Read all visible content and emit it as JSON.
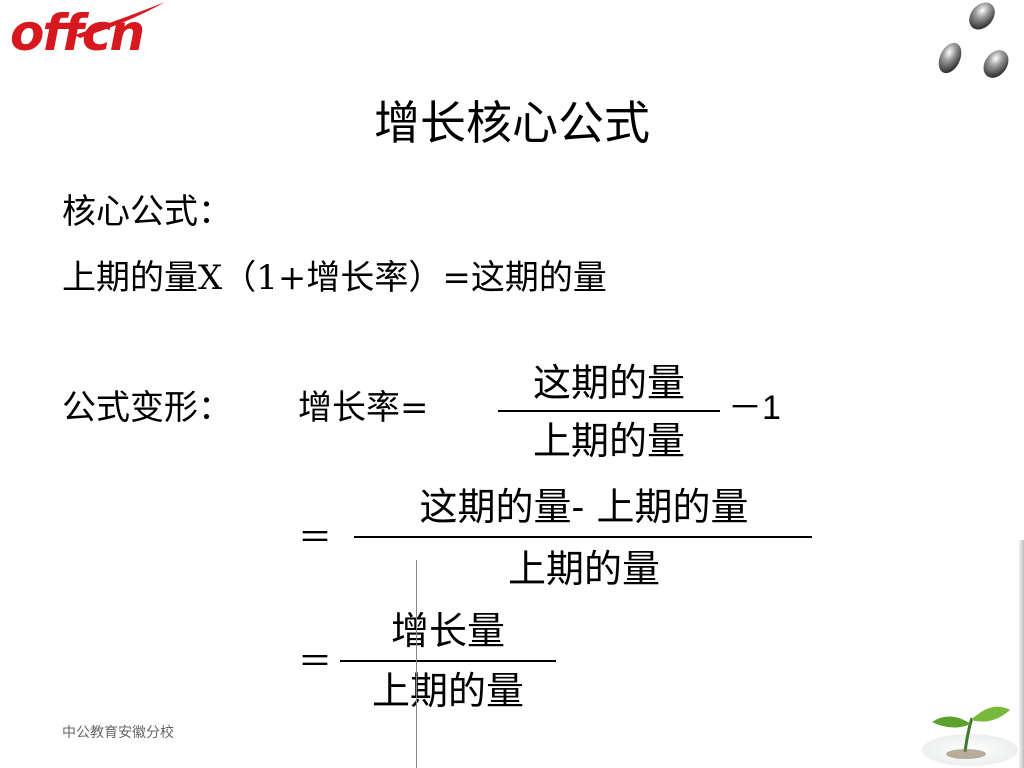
{
  "brand": {
    "logo_text": "offcn",
    "footer": "中公教育安徽分校"
  },
  "slide": {
    "title": "增长核心公式",
    "core_label": "核心公式：",
    "core_formula": "上期的量X（1+增长率）=这期的量",
    "variant_label": "公式变形：",
    "variant_lhs": "增长率=",
    "frac1_num": "这期的量",
    "frac1_den": "上期的量",
    "frac1_tail": "－1",
    "eq2": "＝",
    "frac2_num": "这期的量- 上期的量",
    "frac2_den": "上期的量",
    "eq3": "＝",
    "frac3_num": "增长量",
    "frac3_den": "上期的量"
  },
  "colors": {
    "logo": "#d7191f"
  }
}
